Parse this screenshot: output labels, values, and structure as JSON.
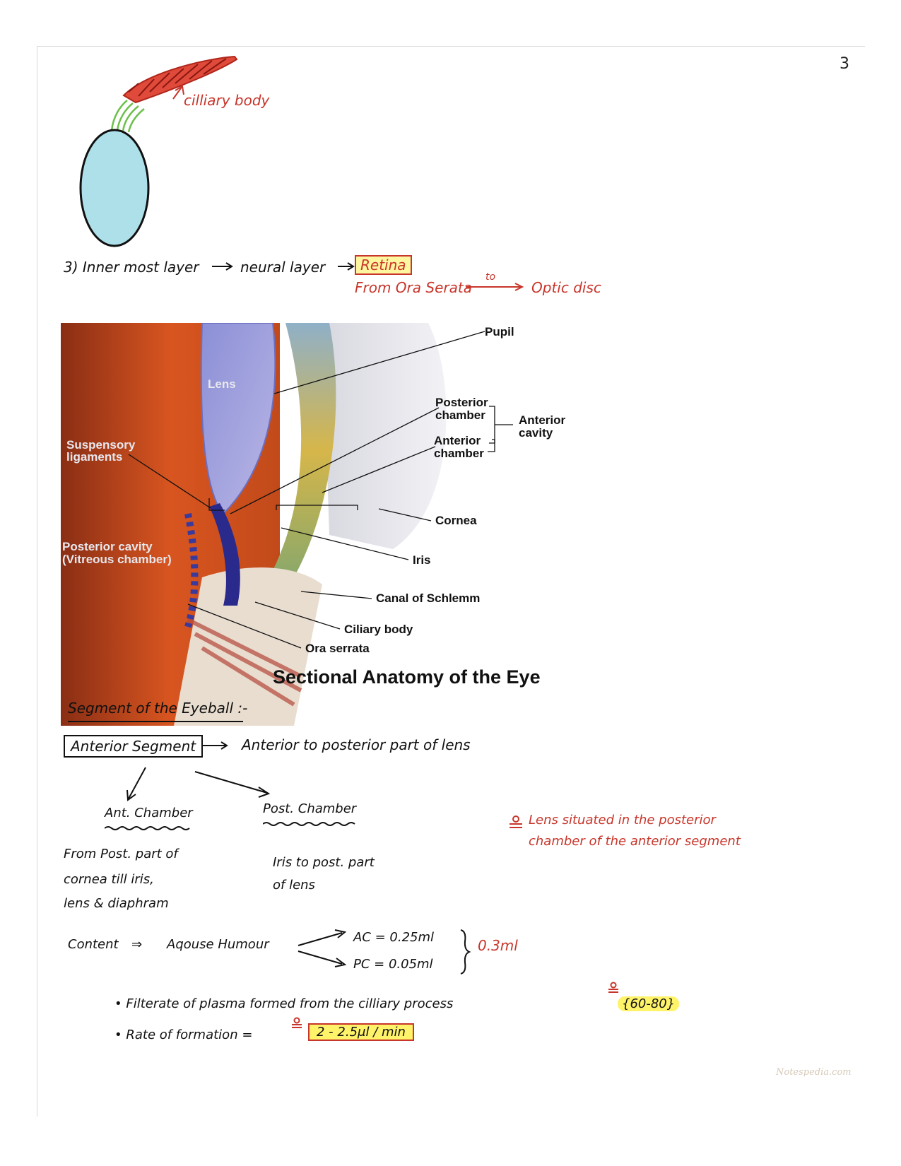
{
  "page_number": "3",
  "sketch": {
    "label": "cilliary body"
  },
  "inner_layer": {
    "prefix": "3) Inner most layer",
    "arrow1": "neural layer",
    "retina": "Retina",
    "from_text": "From Ora Serata",
    "to_text": "to",
    "optic_disc": "Optic disc"
  },
  "figure": {
    "caption": "Sectional Anatomy of the Eye",
    "labels": {
      "pupil": "Pupil",
      "lens": "Lens",
      "posterior_chamber_1": "Posterior",
      "posterior_chamber_2": "chamber",
      "anterior_cavity_1": "Anterior",
      "anterior_cavity_2": "cavity",
      "anterior_chamber_1": "Anterior",
      "anterior_chamber_2": "chamber",
      "suspensory_1": "Suspensory",
      "suspensory_2": "ligaments",
      "cornea": "Cornea",
      "posterior_cavity_1": "Posterior cavity",
      "posterior_cavity_2": "(Vitreous chamber)",
      "iris": "Iris",
      "canal": "Canal of Schlemm",
      "ciliary": "Ciliary body",
      "ora": "Ora serrata"
    }
  },
  "segments": {
    "heading": "Segment of the Eyeball :-",
    "anterior_segment": "Anterior Segment",
    "anterior_desc": "Anterior to posterior part of lens",
    "ant_chamber": {
      "title": "Ant. Chamber",
      "line1": "From Post. part of",
      "line2": "cornea till iris,",
      "line3": "lens & diaphram"
    },
    "post_chamber": {
      "title": "Post. Chamber",
      "line1": "Iris to post. part",
      "line2": "of lens"
    },
    "note": {
      "line1": "Lens situated in the posterior",
      "line2": "chamber of the anterior segment"
    }
  },
  "content": {
    "label": "Content",
    "arrow": "⇒",
    "humour": "Aqouse Humour",
    "ac": "AC = 0.25ml",
    "pc": "PC = 0.05ml",
    "total": "0.3ml"
  },
  "bullets": {
    "b1_text": "Filterate of plasma formed from the cilliary process",
    "b1_value": "{60-80}",
    "b2_text": "Rate of formation =",
    "b2_value": "2 - 2.5μl / min"
  },
  "watermark": "Notespedia.com",
  "colors": {
    "red_ink": "#c8352a",
    "highlight": "#fff36a",
    "lens_blue": "#aee0ea"
  }
}
